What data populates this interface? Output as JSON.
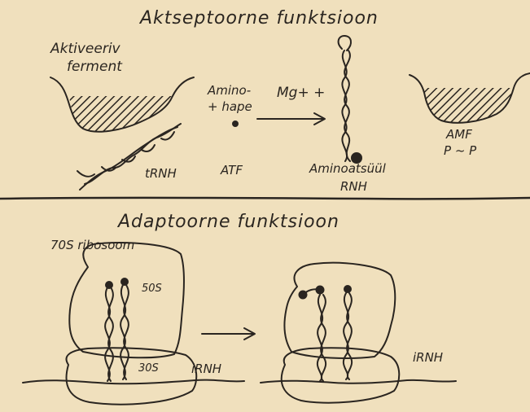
{
  "section_top": {
    "title": "Aktseptoorne funktsioon",
    "labels": {
      "activating_enzyme": [
        "Aktiveeriv",
        "ferment"
      ],
      "amino_acid": [
        "Amino-",
        "+ hape"
      ],
      "magnesium": "Mg+ +",
      "trna": "tRNH",
      "atp": "ATF",
      "aminoacyl_trna": [
        "Aminoatsüül",
        "RNH"
      ],
      "amp": "AMF",
      "pyrophosphate": "P ~ P"
    }
  },
  "section_bottom": {
    "title": "Adaptoorne funktsioon",
    "labels": {
      "ribosome": "70S ribosoom",
      "large_subunit": "50S",
      "small_subunit": "30S",
      "mrna_left": "iRNH",
      "mrna_right": "iRNH"
    }
  },
  "colors": {
    "paper": "#f0e0bd",
    "ink": "#2a2520"
  }
}
